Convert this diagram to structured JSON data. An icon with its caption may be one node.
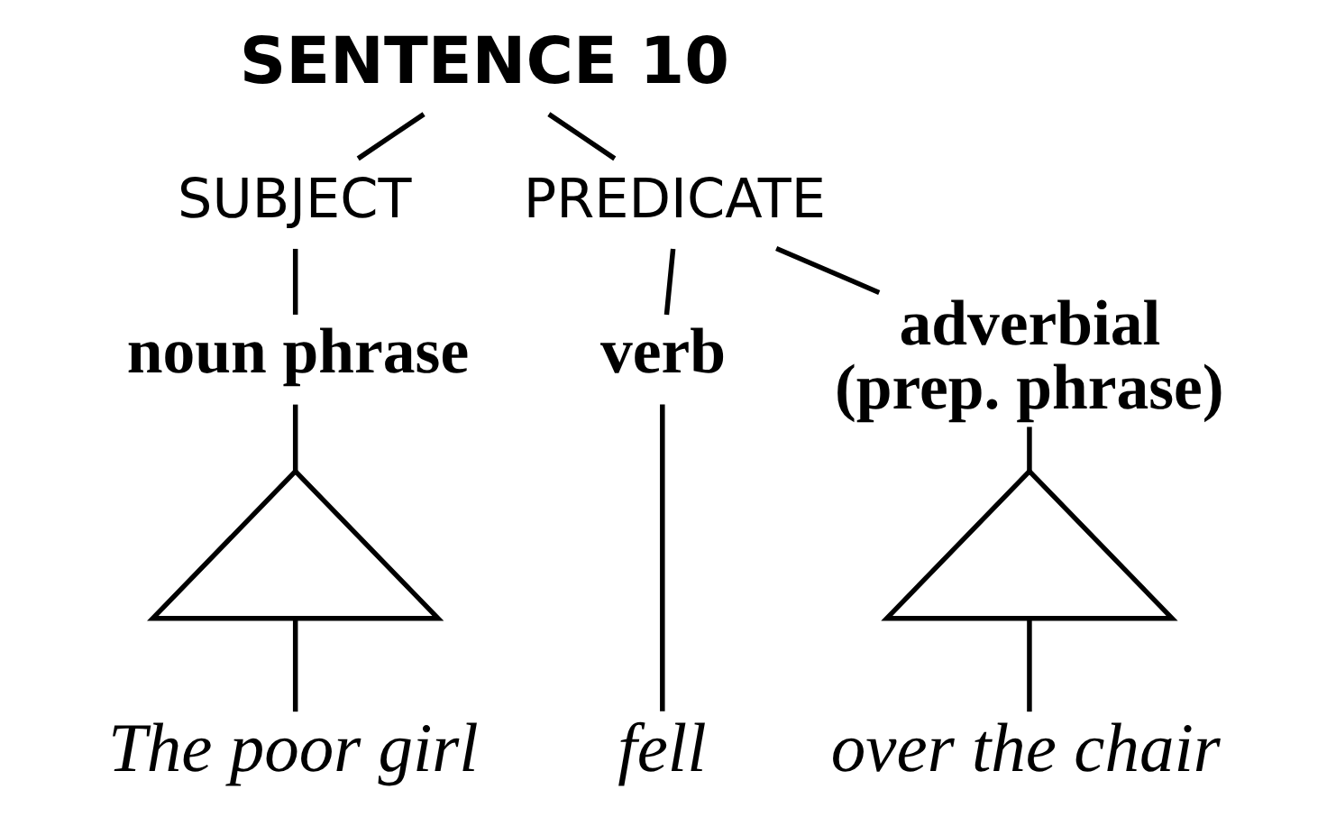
{
  "diagram": {
    "nodes": [
      {
        "text": [
          "SENTENCE 10"
        ]
      },
      {
        "text": [
          "SUBJECT"
        ]
      },
      {
        "text": [
          "PREDICATE"
        ]
      },
      {
        "text": [
          "noun phrase"
        ]
      },
      {
        "text": [
          "verb"
        ]
      },
      {
        "text": [
          "adverbial (prep. phrase)"
        ]
      },
      {
        "text": [],
        "shape": "triangle"
      },
      {
        "text": [],
        "shape": "triangle"
      },
      {
        "text": [
          "The poor girl"
        ]
      },
      {
        "text": [
          "fell"
        ]
      },
      {
        "text": [
          "over the chair"
        ]
      }
    ],
    "edges": [
      {
        "from": 0,
        "to": 1,
        "arrow": "none"
      },
      {
        "from": 0,
        "to": 2,
        "arrow": "none"
      },
      {
        "from": 1,
        "to": 3,
        "arrow": "none"
      },
      {
        "from": 2,
        "to": 4,
        "arrow": "none"
      },
      {
        "from": 2,
        "to": 5,
        "arrow": "none"
      },
      {
        "from": 3,
        "to": 6,
        "arrow": "none"
      },
      {
        "from": 5,
        "to": 7,
        "arrow": "none"
      },
      {
        "from": 6,
        "to": 8,
        "arrow": "none"
      },
      {
        "from": 4,
        "to": 9,
        "arrow": "none"
      },
      {
        "from": 7,
        "to": 10,
        "arrow": "none"
      }
    ]
  }
}
